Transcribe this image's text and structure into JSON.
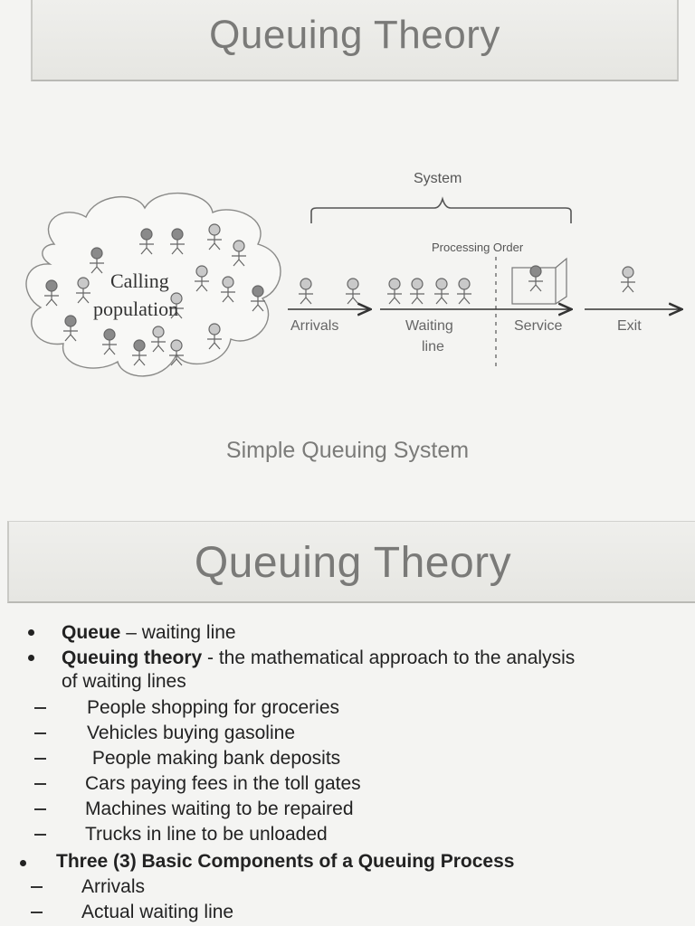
{
  "top_slide": {
    "title": "Queuing Theory",
    "diagram": {
      "system_label": "System",
      "processing_order_label": "Processing Order",
      "calling_population_line1": "Calling",
      "calling_population_line2": "population",
      "arrivals_label": "Arrivals",
      "waiting_line_line1": "Waiting",
      "waiting_line_line2": "line",
      "service_label": "Service",
      "exit_label": "Exit"
    },
    "caption": "Simple Queuing System"
  },
  "bottom_slide": {
    "title": "Queuing Theory",
    "bullets": {
      "b1_term": "Queue",
      "b1_rest": " – waiting line",
      "b2_term": "Queuing theory",
      "b2_rest": " - the mathematical approach to the analysis",
      "b2_cont": "of waiting lines",
      "examples": [
        "People shopping for groceries",
        "Vehicles buying gasoline",
        " People making bank deposits",
        "Cars paying fees in the toll gates",
        "Machines waiting to be repaired",
        "Trucks in line to be unloaded"
      ],
      "b3_term": "Three (3) Basic Components of a Queuing Process",
      "components": [
        "Arrivals",
        "Actual waiting line"
      ]
    }
  }
}
